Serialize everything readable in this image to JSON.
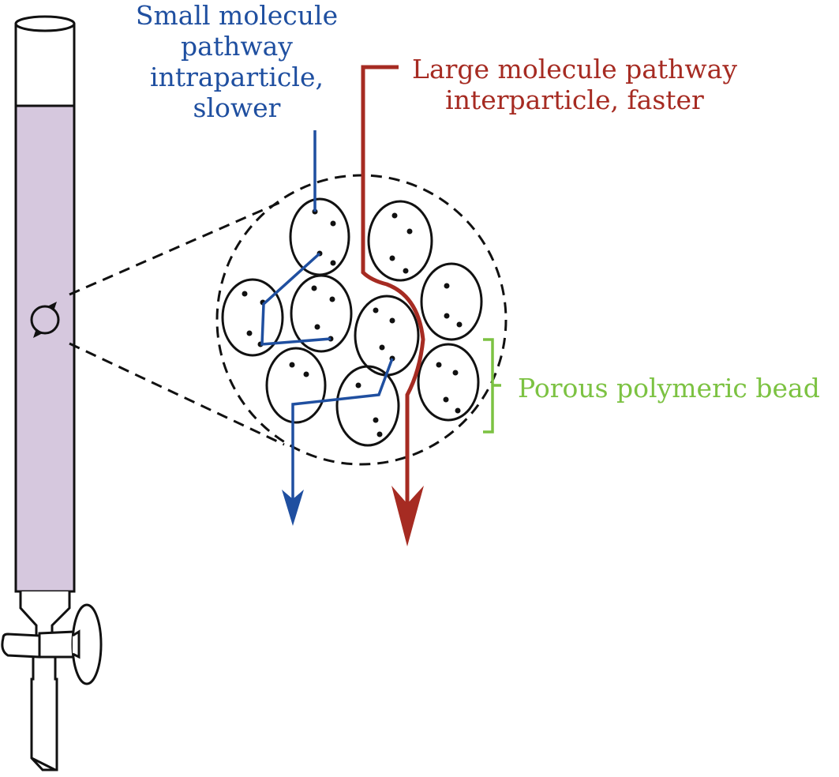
{
  "colors": {
    "small": "#1f4fa0",
    "large": "#a62b22",
    "bead": "#7cc242",
    "column_fill": "#d6c8de",
    "outline": "#111111"
  },
  "labels": {
    "small_molecule": [
      "Small molecule",
      "pathway",
      "intraparticle,",
      "slower"
    ],
    "large_molecule": [
      "Large molecule pathway",
      "interparticle, faster"
    ],
    "bead": "Porous polymeric bead"
  }
}
